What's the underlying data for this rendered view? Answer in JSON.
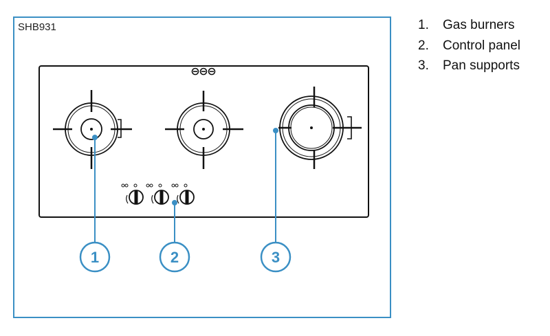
{
  "model": "SHB931",
  "legend": [
    {
      "num": "1.",
      "label": "Gas burners"
    },
    {
      "num": "2.",
      "label": "Control panel"
    },
    {
      "num": "3.",
      "label": "Pan supports"
    }
  ],
  "callouts": [
    "1",
    "2",
    "3"
  ],
  "colors": {
    "accent": "#3a8fc4",
    "line": "#111111"
  }
}
